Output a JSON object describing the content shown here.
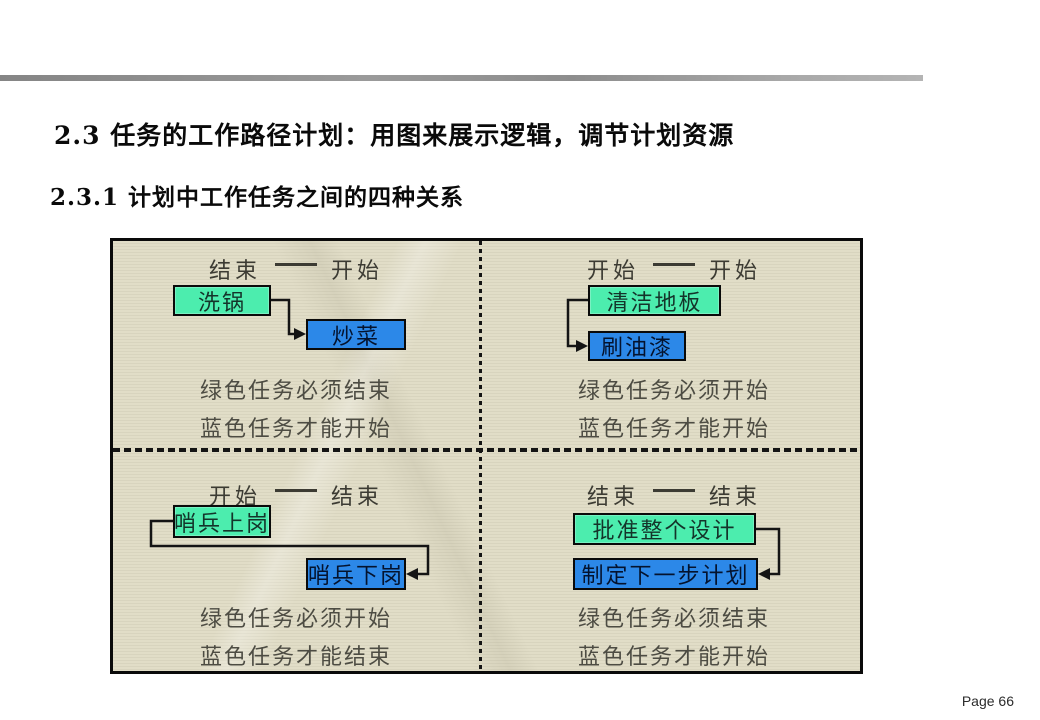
{
  "title": {
    "line1": "2.3  任务的工作路径计划：用图来展示逻辑，调节计划资源",
    "line2": "2.3.1 计划中工作任务之间的四种关系"
  },
  "footer": {
    "page_label": "Page 66"
  },
  "colors": {
    "green_task": "#4CEDAE",
    "blue_task": "#2C88E8",
    "diagram_background": "#DDD9C3",
    "top_bar_gray": "#8F8F8F"
  },
  "quadrants": [
    {
      "id": "finish-to-start",
      "header_left": "结束",
      "header_right": "开始",
      "green_task": "洗锅",
      "blue_task": "炒菜",
      "caption1": "绿色任务必须结束",
      "caption2": "蓝色任务才能开始"
    },
    {
      "id": "start-to-start",
      "header_left": "开始",
      "header_right": "开始",
      "green_task": "清洁地板",
      "blue_task": "刷油漆",
      "caption1": "绿色任务必须开始",
      "caption2": "蓝色任务才能开始"
    },
    {
      "id": "start-to-finish",
      "header_left": "开始",
      "header_right": "结束",
      "green_task": "哨兵上岗",
      "blue_task": "哨兵下岗",
      "caption1": "绿色任务必须开始",
      "caption2": "蓝色任务才能结束"
    },
    {
      "id": "finish-to-finish",
      "header_left": "结束",
      "header_right": "结束",
      "green_task": "批准整个设计",
      "blue_task": "制定下一步计划",
      "caption1": "绿色任务必须结束",
      "caption2": "蓝色任务才能开始"
    }
  ]
}
